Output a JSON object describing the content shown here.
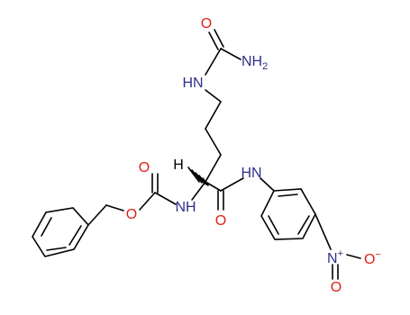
{
  "molecule": {
    "atoms": [
      {
        "id": "o_urea",
        "text": "O",
        "role": "oxygen"
      },
      {
        "id": "n_urea_nh2",
        "text": "NH",
        "sub": "2",
        "role": "nitrogen"
      },
      {
        "id": "n_urea_hn",
        "text": "HN",
        "role": "nitrogen"
      },
      {
        "id": "h_stereo",
        "text": "H",
        "role": "hydrogen"
      },
      {
        "id": "n_anilide",
        "text": "HN",
        "role": "nitrogen"
      },
      {
        "id": "o_amide",
        "text": "O",
        "role": "oxygen"
      },
      {
        "id": "n_carbamate",
        "text": "NH",
        "role": "nitrogen"
      },
      {
        "id": "o_carbamate_db",
        "text": "O",
        "role": "oxygen"
      },
      {
        "id": "o_carbamate_ester",
        "text": "O",
        "role": "oxygen"
      },
      {
        "id": "n_nitro",
        "text": "N",
        "sup": "+",
        "role": "nitrogen"
      },
      {
        "id": "o_nitro_minus",
        "text": "O",
        "sup": "−",
        "role": "oxygen"
      },
      {
        "id": "o_nitro_db",
        "text": "O",
        "role": "oxygen"
      }
    ],
    "colors": {
      "bond": "#000000",
      "oxygen": "#e0201a",
      "nitrogen": "#2e2e8c",
      "hydrogen": "#000000"
    }
  }
}
